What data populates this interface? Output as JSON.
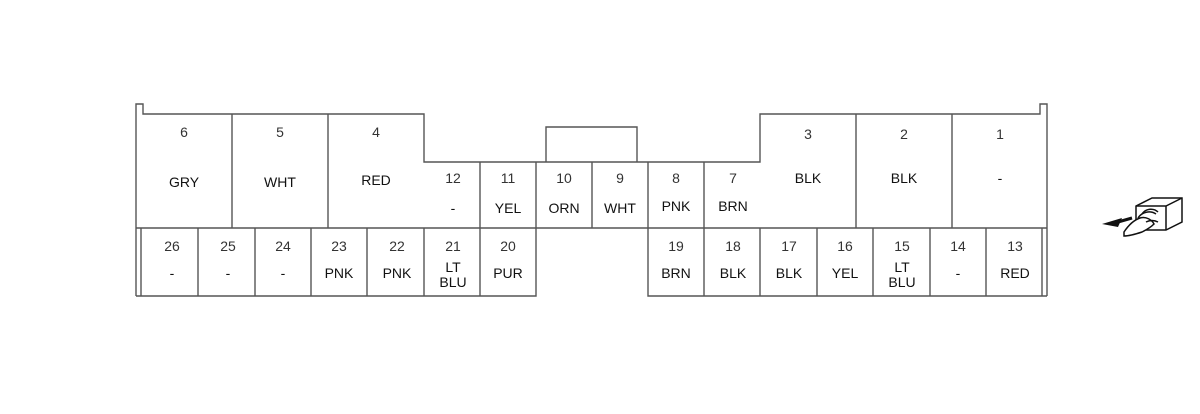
{
  "connector": {
    "pins": [
      {
        "num": "1",
        "color": [
          "-"
        ]
      },
      {
        "num": "2",
        "color": [
          "BLK"
        ]
      },
      {
        "num": "3",
        "color": [
          "BLK"
        ]
      },
      {
        "num": "4",
        "color": [
          "RED"
        ]
      },
      {
        "num": "5",
        "color": [
          "WHT"
        ]
      },
      {
        "num": "6",
        "color": [
          "GRY"
        ]
      },
      {
        "num": "7",
        "color": [
          "BRN"
        ]
      },
      {
        "num": "8",
        "color": [
          "PNK"
        ]
      },
      {
        "num": "9",
        "color": [
          "WHT"
        ]
      },
      {
        "num": "10",
        "color": [
          "ORN"
        ]
      },
      {
        "num": "11",
        "color": [
          "YEL"
        ]
      },
      {
        "num": "12",
        "color": [
          "-"
        ]
      },
      {
        "num": "13",
        "color": [
          "RED"
        ]
      },
      {
        "num": "14",
        "color": [
          "-"
        ]
      },
      {
        "num": "15",
        "color": [
          "LT",
          "BLU"
        ]
      },
      {
        "num": "16",
        "color": [
          "YEL"
        ]
      },
      {
        "num": "17",
        "color": [
          "BLK"
        ]
      },
      {
        "num": "18",
        "color": [
          "BLK"
        ]
      },
      {
        "num": "19",
        "color": [
          "BRN"
        ]
      },
      {
        "num": "20",
        "color": [
          "PUR"
        ]
      },
      {
        "num": "21",
        "color": [
          "LT",
          "BLU"
        ]
      },
      {
        "num": "22",
        "color": [
          "PNK"
        ]
      },
      {
        "num": "23",
        "color": [
          "PNK"
        ]
      },
      {
        "num": "24",
        "color": [
          "-"
        ]
      },
      {
        "num": "25",
        "color": [
          "-"
        ]
      },
      {
        "num": "26",
        "color": [
          "-"
        ]
      }
    ]
  },
  "icons": {
    "view": "connector-view-hand-icon"
  }
}
